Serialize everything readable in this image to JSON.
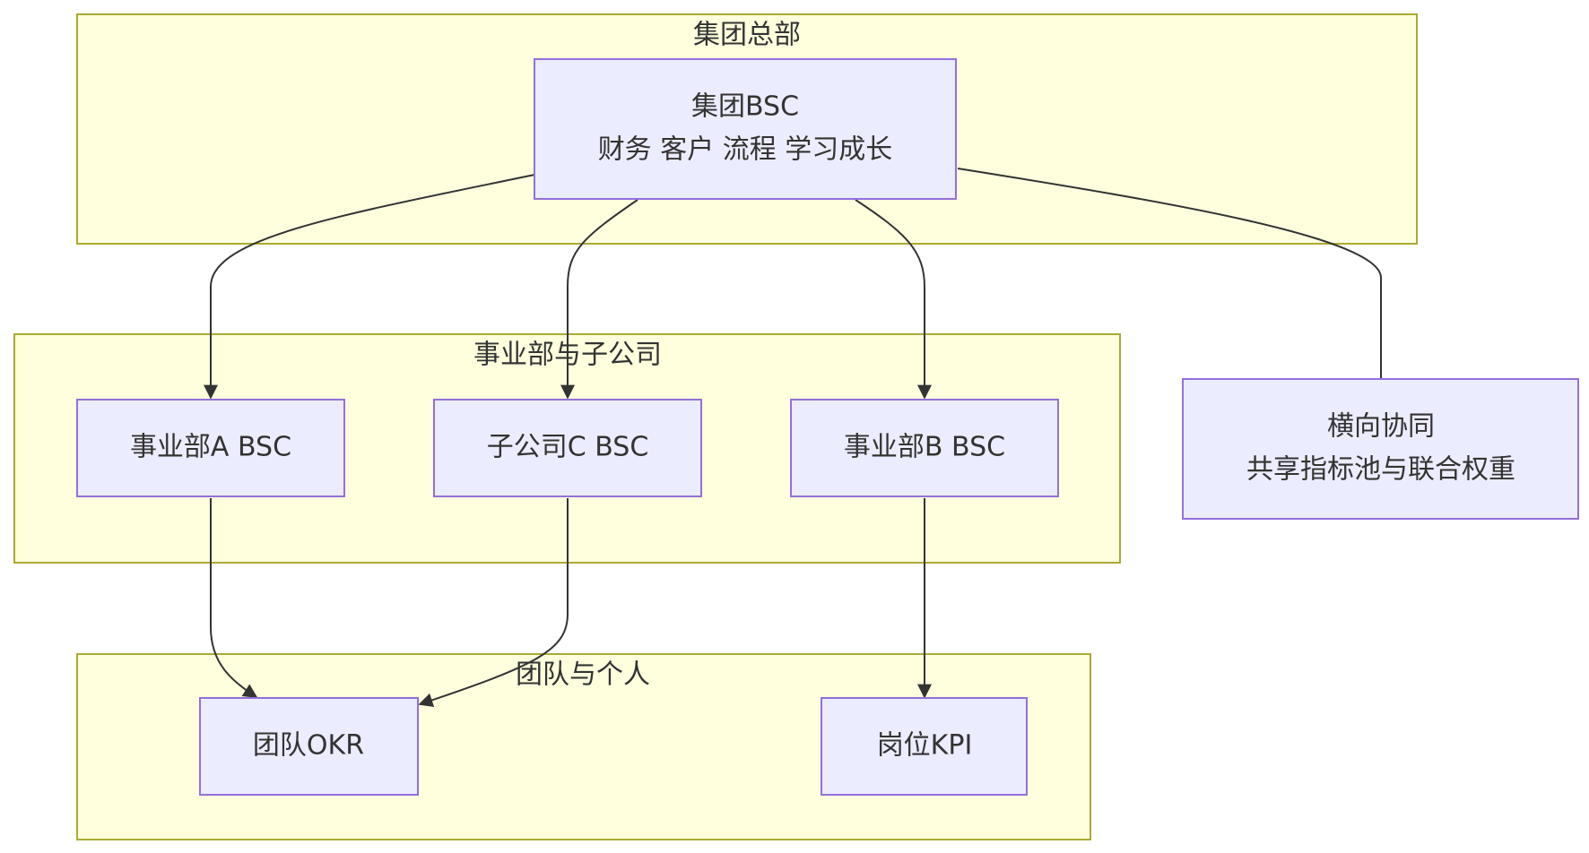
{
  "groups": {
    "hq": {
      "label": "集团总部"
    },
    "bu": {
      "label": "事业部与子公司"
    },
    "team": {
      "label": "团队与个人"
    }
  },
  "nodes": {
    "group_bsc": {
      "line1": "集团BSC",
      "line2": "财务 客户 流程 学习成长"
    },
    "bu_a": {
      "label": "事业部A BSC"
    },
    "sub_c": {
      "label": "子公司C BSC"
    },
    "bu_b": {
      "label": "事业部B BSC"
    },
    "collab": {
      "line1": "横向协同",
      "line2": "共享指标池与联合权重"
    },
    "team_okr": {
      "label": "团队OKR"
    },
    "post_kpi": {
      "label": "岗位KPI"
    }
  },
  "colors": {
    "group_fill": "#ffffde",
    "group_stroke": "#aaaa33",
    "node_fill": "#ececff",
    "node_stroke": "#9370db",
    "edge": "#333333",
    "text": "#333333"
  }
}
